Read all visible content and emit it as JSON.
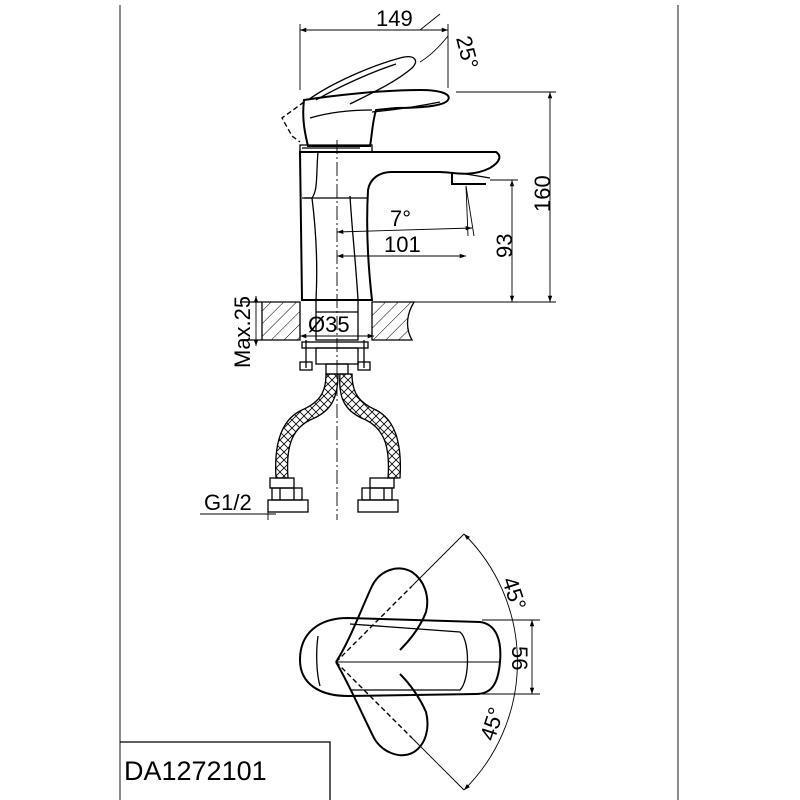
{
  "drawing": {
    "model_code": "DA1272101",
    "side_view": {
      "dim_total_length": "149",
      "dim_lever_angle": "25°",
      "dim_height": "160",
      "dim_spout_angle": "7°",
      "dim_spout_reach": "101",
      "dim_spout_height": "93",
      "dim_max_thickness": "Max.25",
      "dim_hole_diameter": "Ø35",
      "dim_thread": "G1/2"
    },
    "top_view": {
      "dim_rotation_upper": "45°",
      "dim_rotation_lower": "45°",
      "dim_handle_width": "56"
    }
  }
}
